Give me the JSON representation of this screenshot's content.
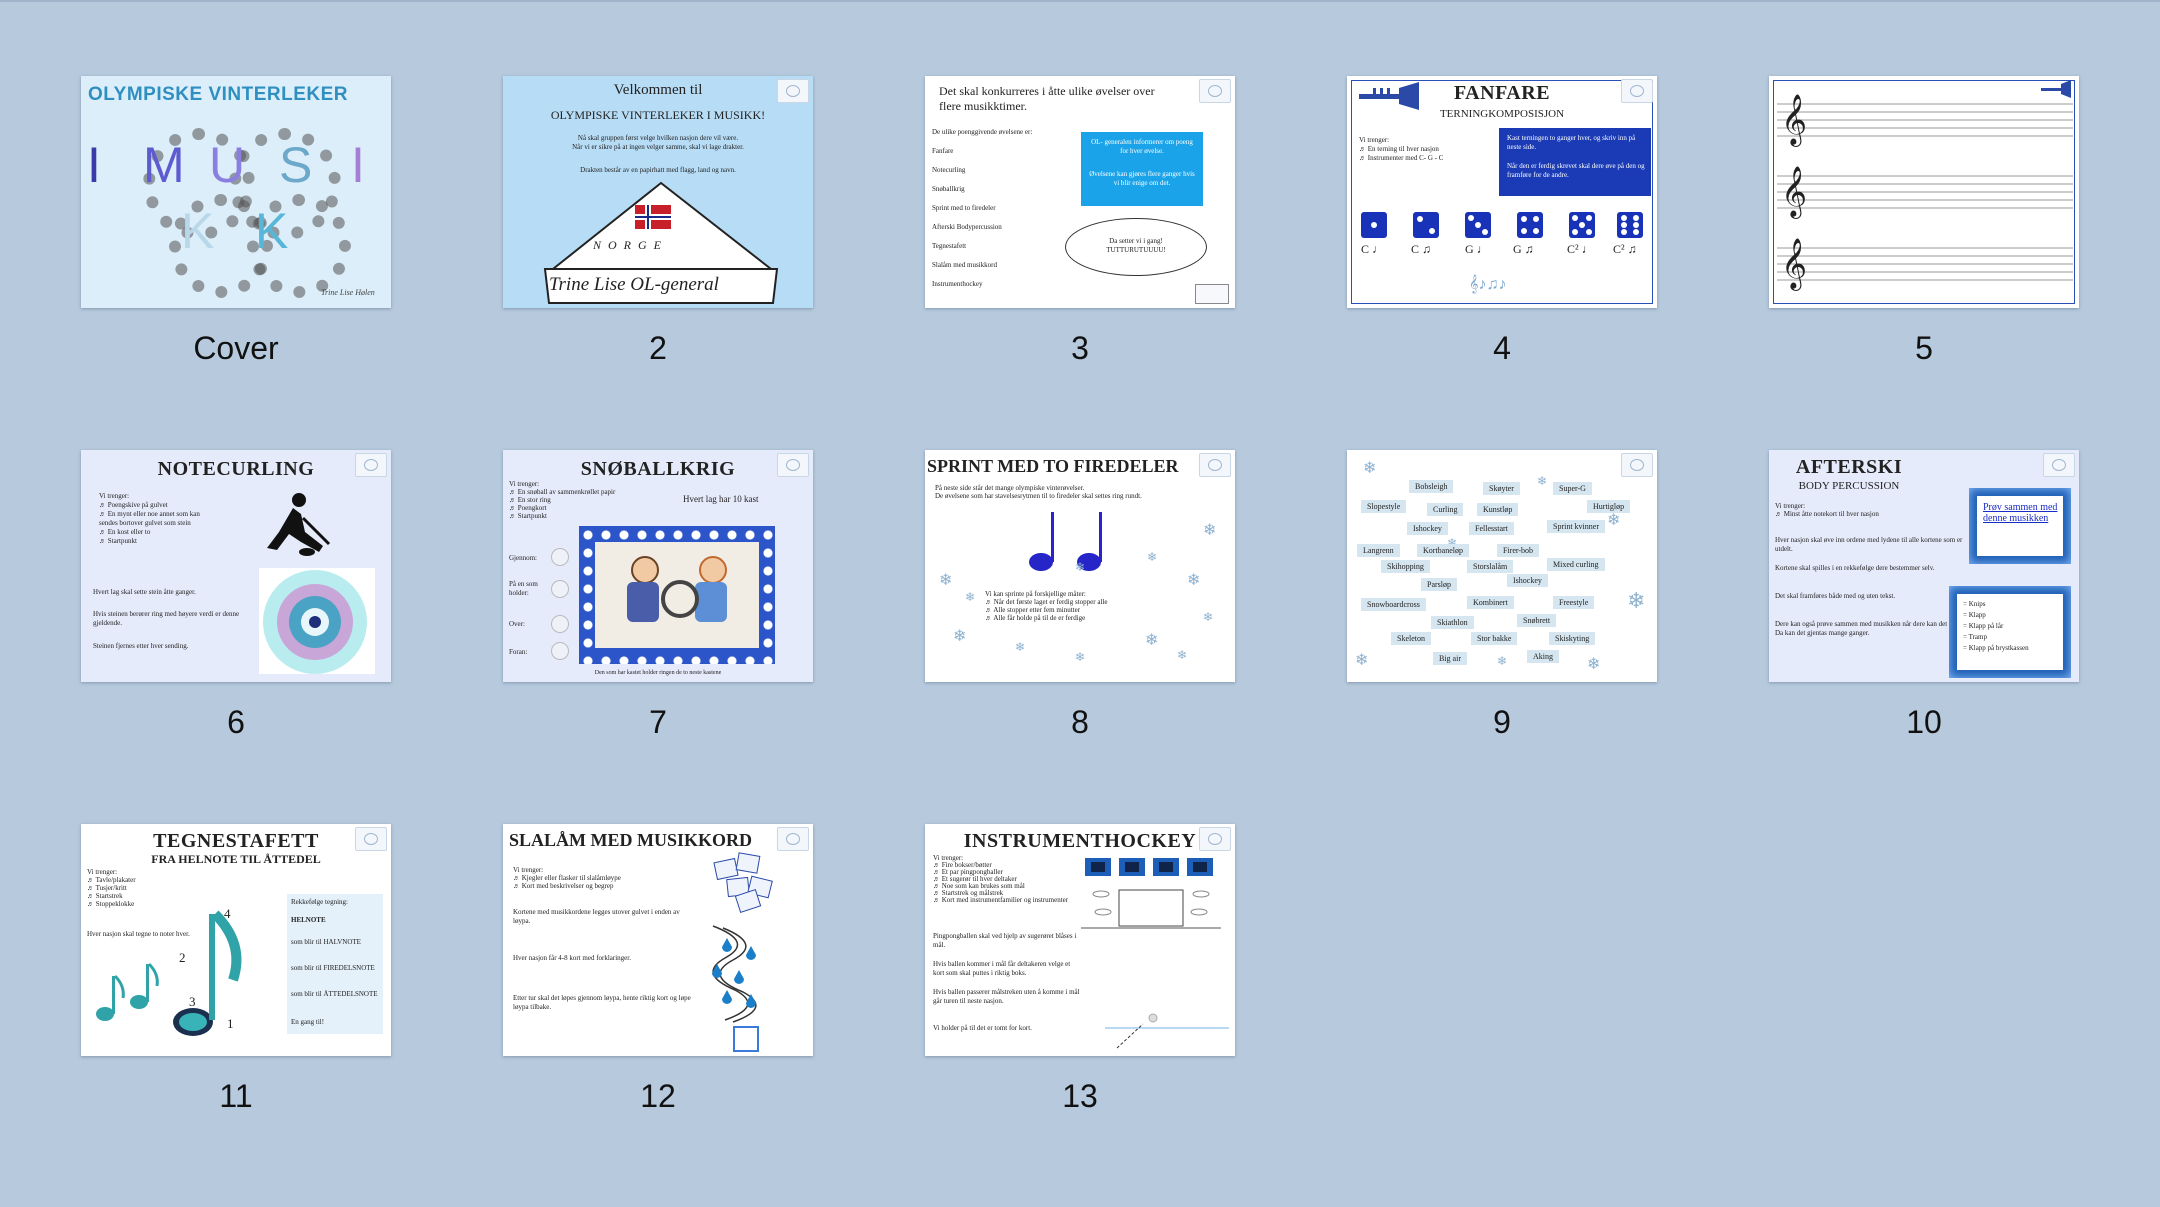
{
  "captions": [
    "Cover",
    "2",
    "3",
    "4",
    "5",
    "6",
    "7",
    "8",
    "9",
    "10",
    "11",
    "12",
    "13"
  ],
  "slides": {
    "cover": {
      "heading": "OLYMPISKE  VINTERLEKER",
      "letters": [
        "I",
        "M",
        "U",
        "S",
        "I",
        "K",
        "K"
      ],
      "signature": "Trine Lise Hølen"
    },
    "s2": {
      "line1": "Velkommen til",
      "line2": "OLYMPISKE VINTERLEKER I MUSIKK!",
      "p1": "Nå skal gruppen først velge hvilken nasjon dere vil være.",
      "p2": "Når vi er sikre på at ingen velger samme, skal vi lage drakter.",
      "p3": "Drakten består av en papirhatt med flagg, land og navn.",
      "hat_word": "N O R G E",
      "hat_name": "Trine Lise    OL-general"
    },
    "s3": {
      "title": "Det skal konkurreres i åtte ulike øvelser over flere musikktimer.",
      "intro": "De ulike poenggivende øvelsene er:",
      "items": [
        "Fanfare",
        "Notecurling",
        "Snøballkrig",
        "Sprint med to firedeler",
        "Afterski Bodypercussion",
        "Tegnestafett",
        "Slalåm med musikkord",
        "Instrumenthockey"
      ],
      "box1": "OL- generalen informerer om poeng for hver øvelse.",
      "box2": "Øvelsene kan gjøres flere ganger hvis vi blir enige om det.",
      "bubble": "Da setter vi i gang! TUTTURUTUUUU!"
    },
    "s4": {
      "title": "FANFARE",
      "subtitle": "TERNINGKOMPOSISJON",
      "needs": "Vi trenger:",
      "need1": "♬ En terning til hver nasjon",
      "need2": "♬ Instrumenter med C- G - C",
      "box1": "Kast terningen to ganger hver, og skriv inn på neste side.",
      "box2": "Når den er ferdig skrevet skal dere øve på den og framføre for de andre.",
      "notes": [
        "C ♩",
        "C ♫",
        "G ♩",
        "G ♫",
        "C² ♩",
        "C² ♫"
      ]
    },
    "s6": {
      "title": "NOTECURLING",
      "needs": "Vi trenger:",
      "items": [
        "♬ Poengskive på gulvet",
        "♬ En mynt eller noe annet som kan",
        "    sendes bortover gulvet som stein",
        "♬ En kost eller to",
        "♬ Startpunkt"
      ],
      "p1": "Hvert lag skal sette stein åtte ganger.",
      "p2": "Hvis steinen berører ring med høyere verdi er denne gjeldende.",
      "p3": "Steinen fjernes etter hver sending."
    },
    "s7": {
      "title": "SNØBALLKRIG",
      "needs": "Vi trenger:",
      "items": [
        "♬ En snøball av sammenkrøllet papir",
        "♬ En stor ring",
        "♬ Poengkort",
        "♬ Startpunkt"
      ],
      "throws": "Hvert lag har 10 kast",
      "labels": [
        "Gjennom:",
        "På en som holder:",
        "Over:",
        "Foran:"
      ],
      "footer": "Den som har kastet holder ringen de to neste kastene"
    },
    "s8": {
      "title": "SPRINT MED TO FIREDELER",
      "p1": "På neste side står det mange olympiske vinterøvelser.",
      "p2": "De øvelsene som har stavelsesrytmen til to firedeler skal settes ring rundt.",
      "ways": "Vi kan sprinte på forskjellige måter:",
      "w1": "♬ Når det første laget er ferdig stopper alle",
      "w2": "♬ Alle stopper etter fem minutter",
      "w3": "♬ Alle får holde på til de er ferdige"
    },
    "s9": {
      "words": [
        "Bobsleigh",
        "Skøyter",
        "Super-G",
        "Slopestyle",
        "Curling",
        "Kunstløp",
        "Hurtigløp",
        "Ishockey",
        "Fellesstart",
        "Sprint kvinner",
        "Langrenn",
        "Kortbaneløp",
        "Firer-bob",
        "Skihopping",
        "Storslalåm",
        "Mixed curling",
        "Parsløp",
        "Ishockey",
        "Snowboardcross",
        "Kombinert",
        "Freestyle",
        "Skiathlon",
        "Snøbrett",
        "Skeleton",
        "Stor bakke",
        "Skiskyting",
        "Big air",
        "Aking"
      ]
    },
    "s10": {
      "title": "AFTERSKI",
      "subtitle": "BODY PERCUSSION",
      "needs": "Vi trenger:",
      "need1": "♬ Minst åtte notekort til hver nasjon",
      "p1": "Hver nasjon skal øve inn ordene med lydene til alle kortene som er utdelt.",
      "p2": "Kortene skal spilles i en rekkefølge dere bestemmer selv.",
      "p3": "Det skal framføres både med og uten tekst.",
      "p4": "Dere kan også prøve sammen med musikken når dere kan det godt. Da kan det gjentas mange ganger.",
      "link": "Prøv sammen med denne musikken",
      "legend": [
        "= Knips",
        "= Klapp",
        "= Klapp på lår",
        "= Tramp",
        "= Klapp på brystkassen"
      ]
    },
    "s11": {
      "title": "TEGNESTAFETT",
      "subtitle": "FRA HELNOTE TIL ÅTTEDEL",
      "needs": "Vi trenger:",
      "items": [
        "♬ Tavle/plakater",
        "♬ Tusjer/kritt",
        "♬ Startstrek",
        "♬ Stoppeklokke"
      ],
      "p1": "Hver nasjon skal tegne to noter hver.",
      "order_title": "Rekkefølge tegning:",
      "order": [
        "HELNOTE",
        "som blir til HALVNOTE",
        "som blir til FIREDELSNOTE",
        "som blir til ÅTTEDELSNOTE",
        "En gang til!"
      ],
      "nums": [
        "4",
        "2",
        "3",
        "1"
      ]
    },
    "s12": {
      "title": "SLALÅM MED MUSIKKORD",
      "needs": "Vi trenger:",
      "items": [
        "♬ Kjegler eller flasker til slalåmløype",
        "♬ Kort med beskrivelser og begrep"
      ],
      "p1": "Kortene med musikkordene legges utover gulvet i enden av løypa.",
      "p2": "Hver nasjon får 4-8 kort med forklaringer.",
      "p3": "Etter tur skal det løpes gjennom løypa, hente riktig kort og løpe løypa tilbake."
    },
    "s13": {
      "title": "INSTRUMENTHOCKEY",
      "needs": "Vi trenger:",
      "items": [
        "♬ Fire bokser/bøtter",
        "♬ Et par pingpongballer",
        "♬ Et sugerør til hver deltaker",
        "♬ Noe som kan brukes som mål",
        "♬ Startstrek og målstrek",
        "♬ Kort med instrumentfamilier og instrumenter"
      ],
      "p1": "Pingpongballen skal ved hjelp av sugerøret blåses i mål.",
      "p2": "Hvis ballen kommer i mål får deltakeren velge et kort som skal puttes i riktig boks.",
      "p3": "Hvis ballen passerer målstreken uten å komme i mål går turen til neste nasjon.",
      "p4": "Vi holder på til det er tomt for kort."
    }
  }
}
